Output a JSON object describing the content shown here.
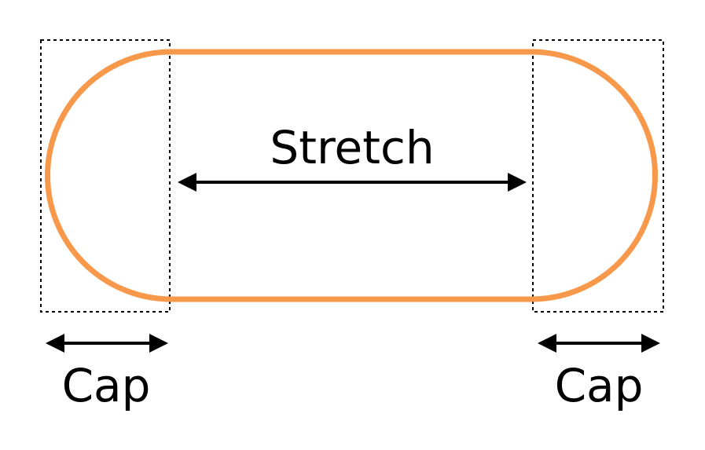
{
  "colors": {
    "pill_stroke": "#F7984A",
    "arrows": "#000000",
    "cap_box_stroke": "#000000"
  },
  "labels": {
    "stretch": "Stretch",
    "left_cap": "Cap",
    "right_cap": "Cap"
  }
}
